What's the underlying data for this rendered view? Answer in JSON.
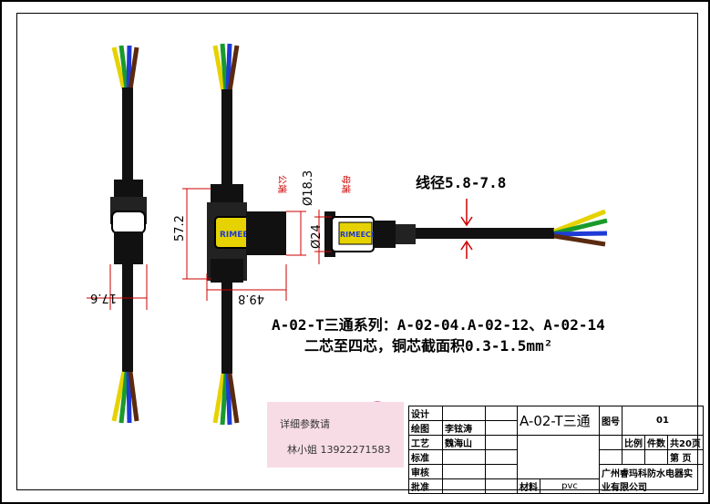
{
  "notes": {
    "wire_diameter": "线径5.8-7.8",
    "series_line1": "A-02-T三通系列：A-02-04.A-02-12、A-02-14",
    "series_line2": "二芯至四芯，铜芯截面积0.3-1.5mm²"
  },
  "dimensions": {
    "d1": "17.6",
    "d2": "57.2",
    "d3": "49.8",
    "d4": "Ø18.3",
    "d5": "Ø24"
  },
  "side_labels": {
    "male": "公端",
    "female": "母端"
  },
  "brand_mark": "RIMEECO",
  "contact": {
    "line1": "详细参数请",
    "line2": "林小姐 13922271583"
  },
  "title_block": {
    "design": "设计",
    "drawing": "绘图",
    "drawer_name": "李铉涛",
    "process": "工艺",
    "process_name": "魏海山",
    "standard": "标准",
    "review": "审核",
    "approve": "批准",
    "part_name": "A-02-T三通",
    "drawing_no_label": "图号",
    "drawing_no": "01",
    "scale": "比例",
    "quantity": "件数",
    "total": "共20页",
    "page": "第 页",
    "material_label": "材料",
    "material": "pvc",
    "company": "广州睿玛科防水电器实业有限公司"
  },
  "colors": {
    "wire_yellow": "#e6d200",
    "wire_green": "#1a9a2a",
    "wire_blue": "#1f3bd6",
    "wire_brown": "#5a2a10",
    "dim_red": "#cc0000",
    "contact_bg": "#f7dce6"
  }
}
